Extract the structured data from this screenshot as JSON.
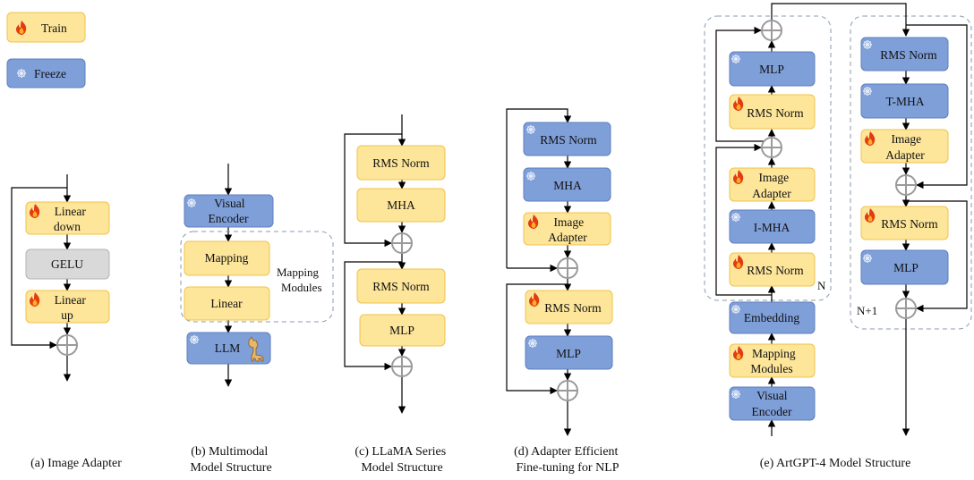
{
  "legend": {
    "train": "Train",
    "freeze": "Freeze"
  },
  "colors": {
    "train_fill": "#fde59a",
    "train_stroke": "#f0c34a",
    "freeze_fill": "#7f9fd9",
    "freeze_stroke": "#5f7fbf",
    "gelu_fill": "#d9d9d9",
    "gelu_stroke": "#b3b3b3",
    "adder": "#9a9a9a",
    "group_border": "#8a99ad"
  },
  "panel_a": {
    "caption": "(a) Image Adapter",
    "linear_down": [
      "Linear",
      "down"
    ],
    "gelu": "GELU",
    "linear_up": [
      "Linear",
      "up"
    ]
  },
  "panel_b": {
    "caption": [
      "(b) Multimodal",
      "Model Structure"
    ],
    "visual_encoder": [
      "Visual",
      "Encoder"
    ],
    "mapping": "Mapping",
    "linear": "Linear",
    "llm": "LLM",
    "group_label": [
      "Mapping",
      "Modules"
    ]
  },
  "panel_c": {
    "caption": [
      "(c) LLaMA Series",
      "Model Structure"
    ],
    "rms_norm_1": "RMS Norm",
    "mha": "MHA",
    "rms_norm_2": "RMS Norm",
    "mlp": "MLP"
  },
  "panel_d": {
    "caption": [
      "(d) Adapter Efficient",
      "Fine-tuning for NLP"
    ],
    "rms_norm_1": "RMS Norm",
    "mha": "MHA",
    "image_adapter": [
      "Image",
      "Adapter"
    ],
    "rms_norm_2": "RMS Norm",
    "mlp": "MLP"
  },
  "panel_e": {
    "caption": "(e) ArtGPT-4 Model Structure",
    "left_mlp": "MLP",
    "left_rms_norm_1": "RMS Norm",
    "left_image_adapter": [
      "Image",
      "Adapter"
    ],
    "left_i_mha": "I-MHA",
    "left_rms_norm_2": "RMS Norm",
    "n_label": "N",
    "embedding": "Embedding",
    "mapping_modules": [
      "Mapping",
      "Modules"
    ],
    "visual_encoder": [
      "Visual",
      "Encoder"
    ],
    "right_rms_norm_1": "RMS Norm",
    "right_t_mha": "T-MHA",
    "right_image_adapter": [
      "Image",
      "Adapter"
    ],
    "right_rms_norm_2": "RMS Norm",
    "right_mlp": "MLP",
    "n1_label": "N+1"
  }
}
